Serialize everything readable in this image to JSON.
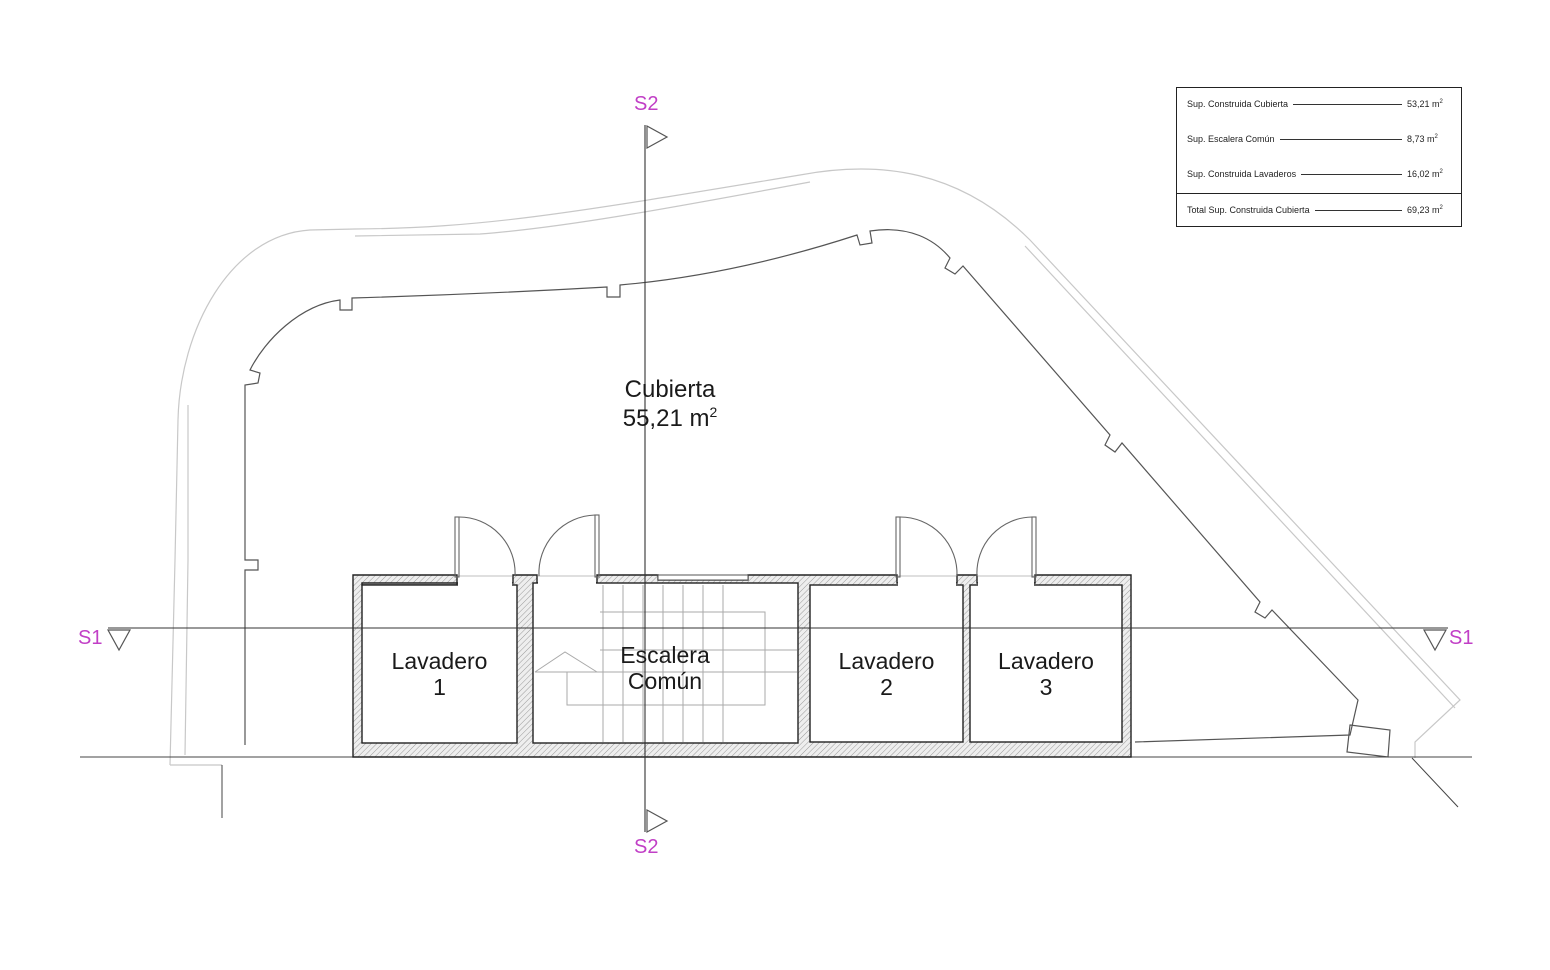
{
  "plan": {
    "main_area": {
      "name": "Cubierta",
      "area": "55,21 m",
      "unit_exp": "2"
    },
    "rooms": [
      {
        "id": "lavadero-1",
        "line1": "Lavadero",
        "line2": "1"
      },
      {
        "id": "escalera-comun",
        "line1": "Escalera",
        "line2": "Común"
      },
      {
        "id": "lavadero-2",
        "line1": "Lavadero",
        "line2": "2"
      },
      {
        "id": "lavadero-3",
        "line1": "Lavadero",
        "line2": "3"
      }
    ],
    "section_marks": {
      "s1_left": "S1",
      "s1_right": "S1",
      "s2_top": "S2",
      "s2_bottom": "S2"
    },
    "colors": {
      "section_mark": "#c13fc6",
      "wall_line": "#333333",
      "outline_light": "#c8c8c8",
      "hatch": "#9a9a9a"
    }
  },
  "legend": {
    "rows": [
      {
        "label": "Sup. Construida Cubierta",
        "value": "53,21 m",
        "exp": "2"
      },
      {
        "label": "Sup. Escalera Común",
        "value": "8,73 m",
        "exp": "2"
      },
      {
        "label": "Sup. Construida Lavaderos",
        "value": "16,02 m",
        "exp": "2"
      }
    ],
    "total": {
      "label": "Total Sup. Construida Cubierta",
      "value": "69,23 m",
      "exp": "2"
    }
  }
}
